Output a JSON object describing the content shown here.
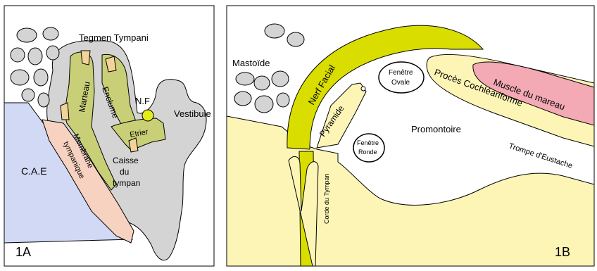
{
  "colors": {
    "gray": "#d4d4d4",
    "yellow_light": "#fdf5b6",
    "ossicle_green": "#c9cf77",
    "nerve_yellow": "#d9dd00",
    "cae_blue": "#d2d9f5",
    "membrane_pink": "#f7d2c0",
    "muscle_pink": "#f3aab5",
    "orange_cartilage": "#f4d39a",
    "nf_dot": "#e6ee1a"
  },
  "panel_a": {
    "label": "1A",
    "tegmen": "Tegmen Tympani",
    "cae": "C.A.E",
    "membrane": [
      "Membrane",
      "tympanique"
    ],
    "marteau": "Marteau",
    "enclume": "Enclume",
    "etrier": "Etrier",
    "nf": "N.F",
    "vestibule": "Vestibule",
    "caisse": [
      "Caisse",
      "du",
      "tympan"
    ]
  },
  "panel_b": {
    "label": "1B",
    "mastoide": "Mastoïde",
    "nerf_facial": "Nerf Facial",
    "fenetre_ovale": [
      "Fenêtre",
      "Ovale"
    ],
    "fenetre_ronde": [
      "Fenêtre",
      "Ronde"
    ],
    "pyramide": "Pyramide",
    "promontoire": "Promontoire",
    "proces": "Procès Cochléariforme",
    "muscle": "Muscle du mareau",
    "trompe": "Trompe d'Eustache",
    "corde": "Corde du Tympan"
  }
}
